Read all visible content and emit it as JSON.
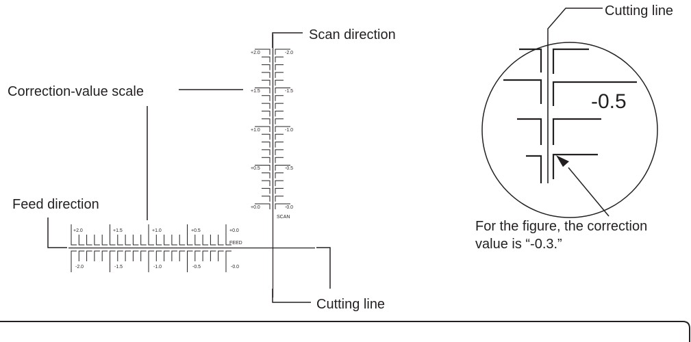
{
  "labels": {
    "scan_direction": "Scan direction",
    "correction_value_scale": "Correction-value scale",
    "feed_direction": "Feed direction",
    "cutting_line_bottom": "Cutting line",
    "cutting_line_top": "Cutting line",
    "note_line1": "For the figure, the correction",
    "note_line2": "value is “-0.3.”",
    "zoom_value": "-0.5"
  },
  "scan_scale": {
    "left_labels": [
      "+2.0",
      "+1.5",
      "+1.0",
      "+0.5",
      "+0.0"
    ],
    "right_labels": [
      "-2.0",
      "-1.5",
      "-1.0",
      "-0.5",
      "-0.0"
    ],
    "tag": "SCAN"
  },
  "feed_scale": {
    "top_labels": [
      "+2.0",
      "+1.5",
      "+1.0",
      "+0.5",
      "+0.0"
    ],
    "bottom_labels": [
      "-2.0",
      "-1.5",
      "-1.0",
      "-0.5",
      "-0.0"
    ],
    "tag": "FEED"
  }
}
